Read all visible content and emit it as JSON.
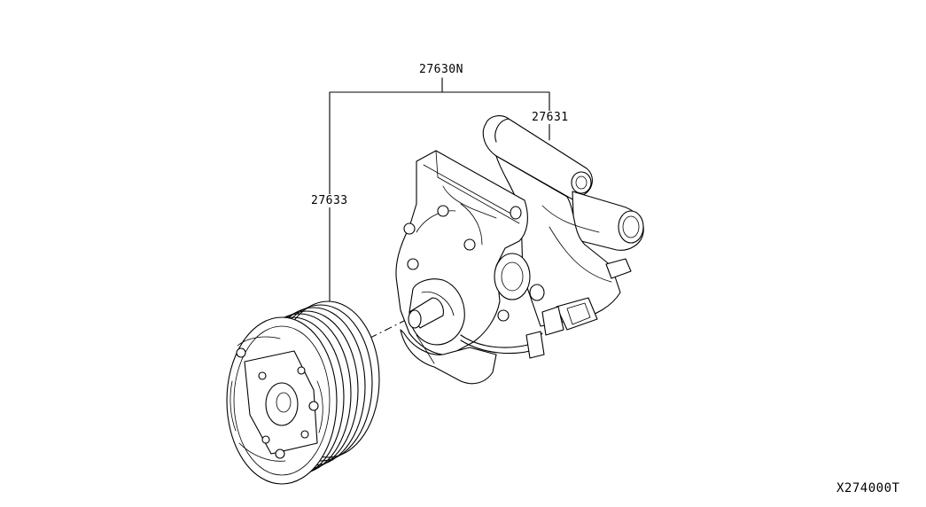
{
  "diagram": {
    "parts": {
      "assembly": {
        "part_number": "27630N"
      },
      "compressor_body": {
        "part_number": "27631"
      },
      "clutch_pulley": {
        "part_number": "27633"
      }
    },
    "diagram_code": "X274000T"
  }
}
